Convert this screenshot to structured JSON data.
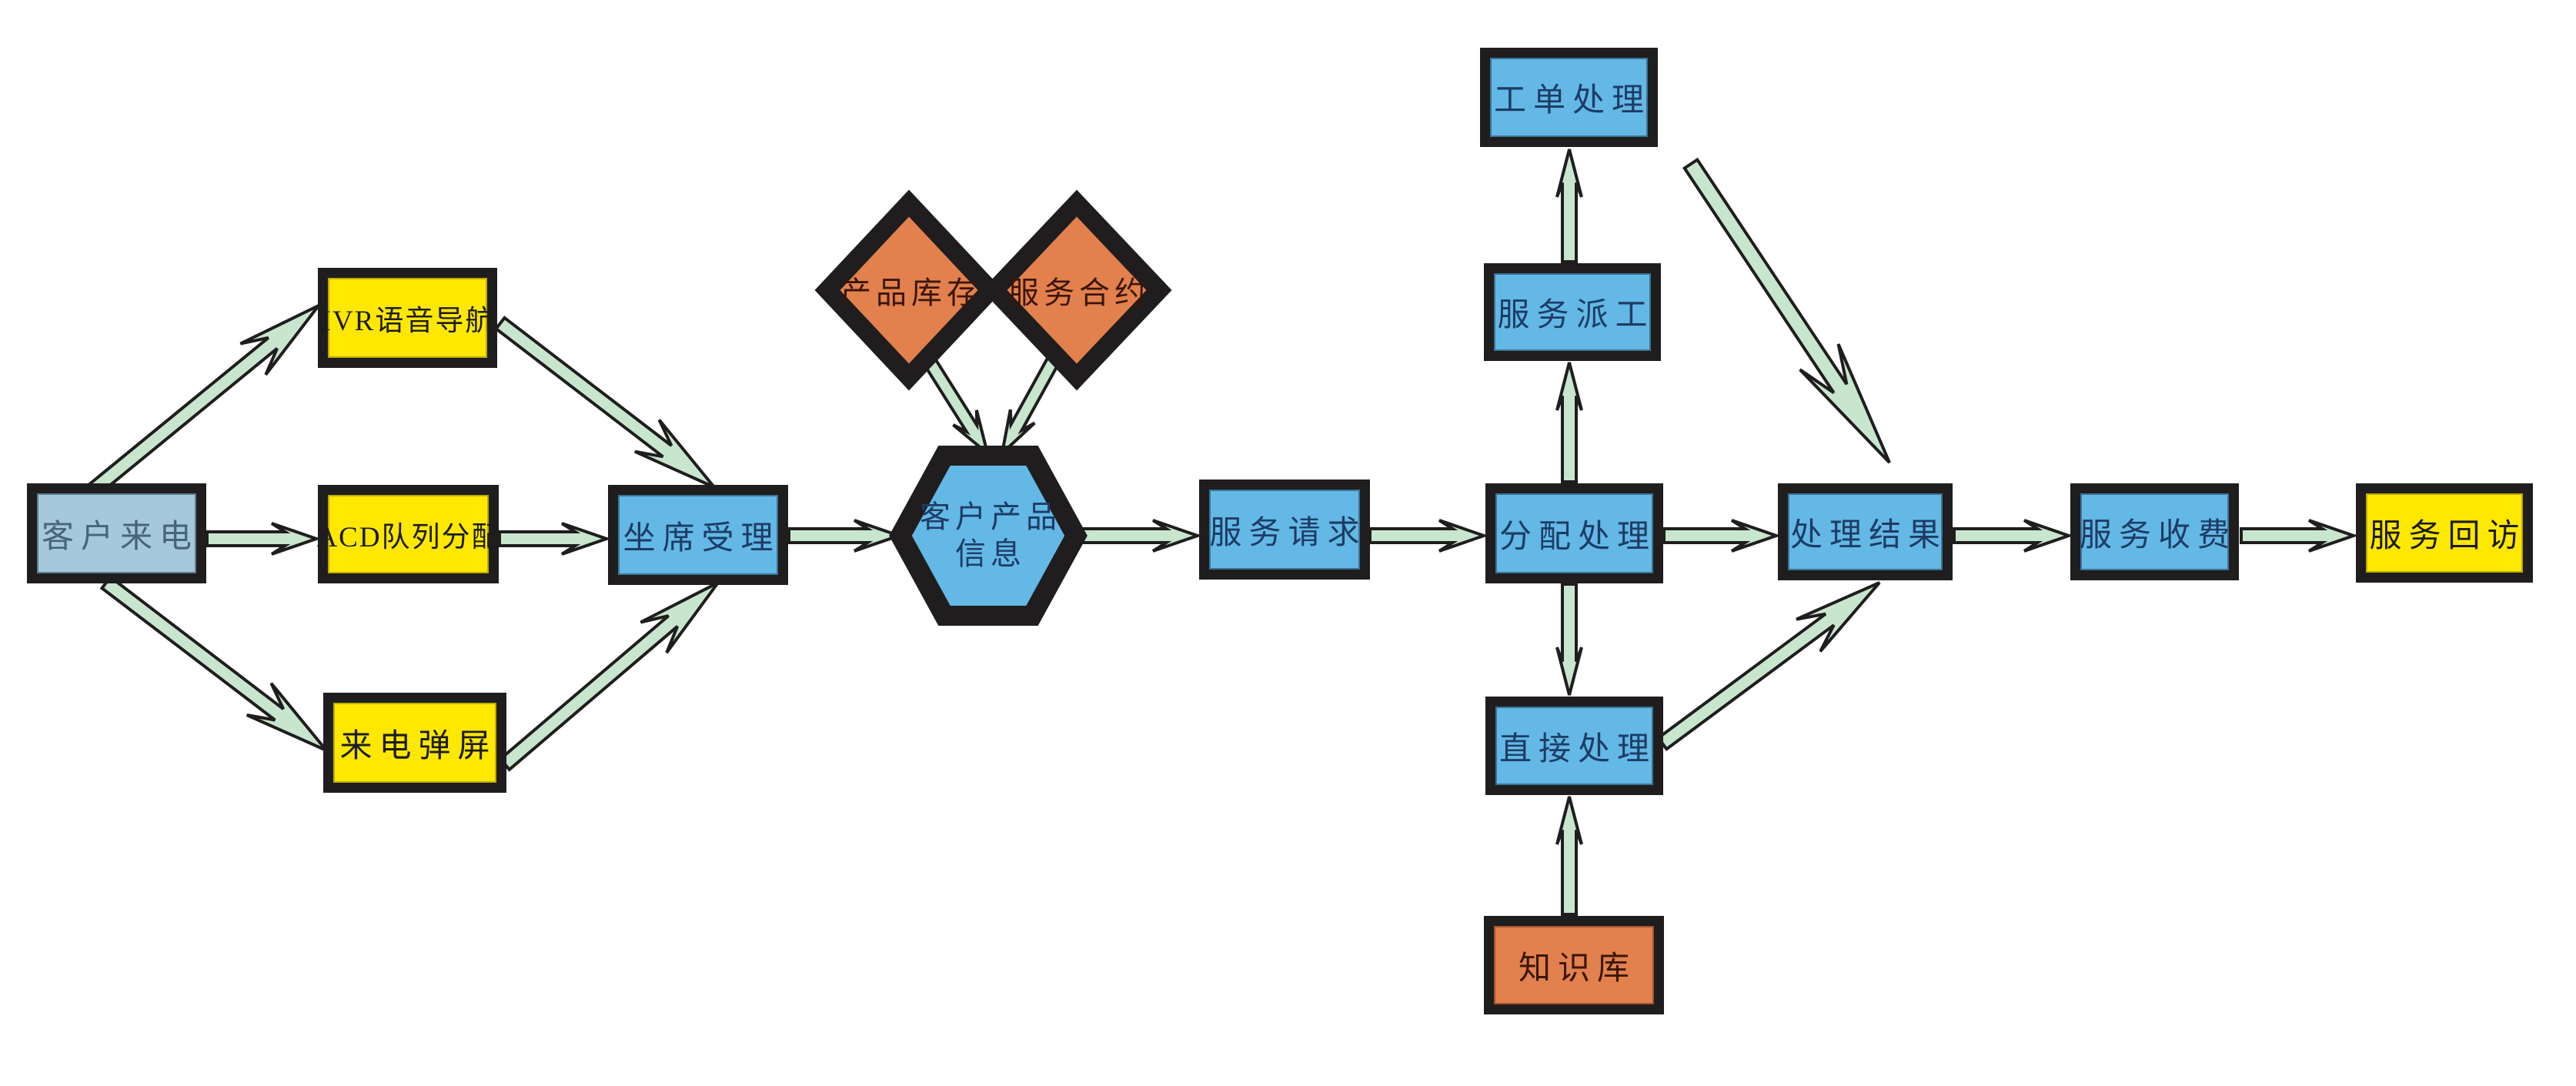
{
  "diagram": {
    "nodes": {
      "customer_call": {
        "label": "客户来电",
        "shape": "rect",
        "color": "grayblue"
      },
      "ivr_navigation": {
        "label": "IVR语音导航",
        "shape": "rect",
        "color": "yellow"
      },
      "acd_queue": {
        "label": "ACD队列分配",
        "shape": "rect",
        "color": "yellow"
      },
      "call_popup": {
        "label": "来电弹屏",
        "shape": "rect",
        "color": "yellow"
      },
      "agent_handling": {
        "label": "坐席受理",
        "shape": "rect",
        "color": "blue"
      },
      "product_inventory": {
        "label": "产品库存",
        "shape": "diamond",
        "color": "orange"
      },
      "service_contract": {
        "label": "服务合约",
        "shape": "diamond",
        "color": "orange"
      },
      "customer_product_info": {
        "label": "客户产品信息",
        "line1": "客户产品",
        "line2": "信息",
        "shape": "hexagon",
        "color": "blue"
      },
      "service_request": {
        "label": "服务请求",
        "shape": "rect",
        "color": "blue"
      },
      "assign_handling": {
        "label": "分配处理",
        "shape": "rect",
        "color": "blue"
      },
      "service_dispatch": {
        "label": "服务派工",
        "shape": "rect",
        "color": "blue"
      },
      "work_order_handling": {
        "label": "工单处理",
        "shape": "rect",
        "color": "blue"
      },
      "direct_handling": {
        "label": "直接处理",
        "shape": "rect",
        "color": "blue"
      },
      "knowledge_base": {
        "label": "知识库",
        "shape": "rect",
        "color": "orange"
      },
      "handling_result": {
        "label": "处理结果",
        "shape": "rect",
        "color": "blue"
      },
      "service_charge": {
        "label": "服务收费",
        "shape": "rect",
        "color": "blue"
      },
      "service_followup": {
        "label": "服务回访",
        "shape": "rect",
        "color": "yellow"
      }
    },
    "connections": [
      {
        "from": "客户来电",
        "to": "IVR语音导航"
      },
      {
        "from": "客户来电",
        "to": "ACD队列分配"
      },
      {
        "from": "客户来电",
        "to": "来电弹屏"
      },
      {
        "from": "IVR语音导航",
        "to": "坐席受理"
      },
      {
        "from": "ACD队列分配",
        "to": "坐席受理"
      },
      {
        "from": "来电弹屏",
        "to": "坐席受理"
      },
      {
        "from": "坐席受理",
        "to": "客户产品信息"
      },
      {
        "from": "产品库存",
        "to": "客户产品信息"
      },
      {
        "from": "服务合约",
        "to": "客户产品信息"
      },
      {
        "from": "客户产品信息",
        "to": "服务请求"
      },
      {
        "from": "服务请求",
        "to": "分配处理"
      },
      {
        "from": "分配处理",
        "to": "服务派工"
      },
      {
        "from": "服务派工",
        "to": "工单处理"
      },
      {
        "from": "分配处理",
        "to": "直接处理"
      },
      {
        "from": "知识库",
        "to": "直接处理"
      },
      {
        "from": "分配处理",
        "to": "处理结果"
      },
      {
        "from": "直接处理",
        "to": "处理结果"
      },
      {
        "from": "工单处理",
        "to": "处理结果"
      },
      {
        "from": "处理结果",
        "to": "服务收费"
      },
      {
        "from": "服务收费",
        "to": "服务回访"
      }
    ],
    "colors": {
      "node_blue": "#63B8E6",
      "node_yellow": "#FFE800",
      "node_orange": "#E2814D",
      "node_gray_blue": "#A5C9DA",
      "arrow_green": "#C8E6CE",
      "border_black": "#1F1D1D"
    }
  }
}
